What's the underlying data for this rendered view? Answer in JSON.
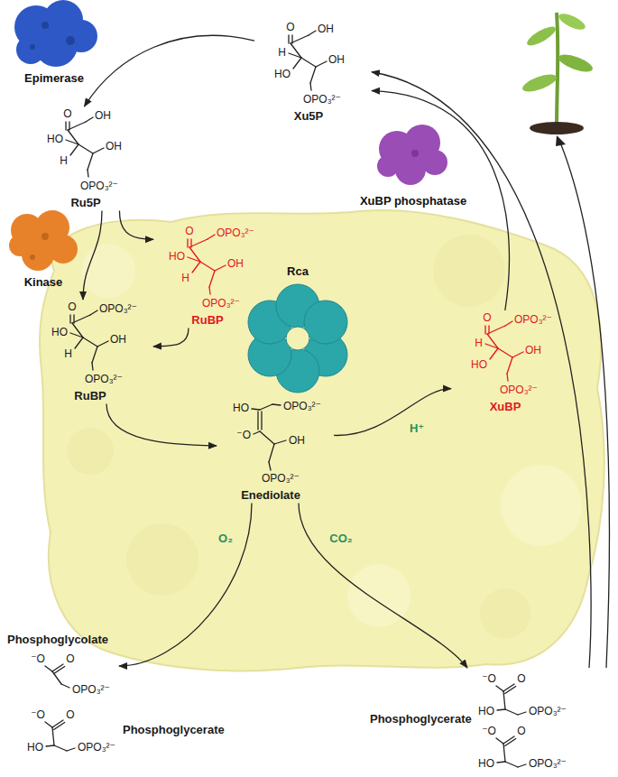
{
  "diagram": {
    "nodes": [
      {
        "text": [
          "Xu5P",
          "O",
          "OH",
          "H",
          "HO",
          "OH",
          "OPO₃²⁻"
        ]
      },
      {
        "text": [
          "Ru5P",
          "O",
          "OH",
          "HO",
          "H",
          "OH",
          "OPO₃²⁻"
        ]
      },
      {
        "text": [
          "RuBP",
          "O",
          "OPO₃²⁻",
          "HO",
          "H",
          "OH",
          "OPO₃²⁻"
        ]
      },
      {
        "text": [
          "RuBP",
          "O",
          "OPO₃²⁻",
          "HO",
          "H",
          "OH",
          "OPO₃²⁻"
        ]
      },
      {
        "text": [
          "Enediolate",
          "HO",
          "OPO₃²⁻",
          "⁻O",
          "OH",
          "OPO₃²⁻"
        ]
      },
      {
        "text": [
          "XuBP",
          "O",
          "OPO₃²⁻",
          "H",
          "HO",
          "OH",
          "OPO₃²⁻"
        ]
      },
      {
        "text": [
          "Phosphoglycolate",
          "⁻O",
          "O",
          "OPO₃²⁻"
        ]
      },
      {
        "text": [
          "Phosphoglycerate",
          "⁻O",
          "O",
          "HO",
          "OPO₃²⁻"
        ]
      },
      {
        "text": [
          "Phosphoglycerate",
          "⁻O",
          "O",
          "HO",
          "OPO₃²⁻",
          "⁻O",
          "O",
          "HO",
          "OPO₃²⁻"
        ]
      }
    ],
    "edges": [
      {
        "from": 0,
        "to": 1,
        "arrow": "to"
      },
      {
        "from": 1,
        "to": 2,
        "arrow": "to"
      },
      {
        "from": 1,
        "to": 3,
        "arrow": "to"
      },
      {
        "from": 2,
        "to": 3,
        "arrow": "to"
      },
      {
        "from": 3,
        "to": 4,
        "arrow": "to"
      },
      {
        "from": 4,
        "to": 5,
        "label": "H⁺",
        "arrow": "to"
      },
      {
        "from": 4,
        "to": 6,
        "label": "O₂",
        "arrow": "to"
      },
      {
        "from": 4,
        "to": 8,
        "label": "CO₂",
        "arrow": "to"
      },
      {
        "from": 8,
        "to": 0,
        "arrow": "to"
      },
      {
        "from": 5,
        "to": 0,
        "arrow": "to"
      }
    ],
    "labels": [
      "Epimerase",
      "Kinase",
      "XuBP phosphatase",
      "Rca"
    ]
  }
}
